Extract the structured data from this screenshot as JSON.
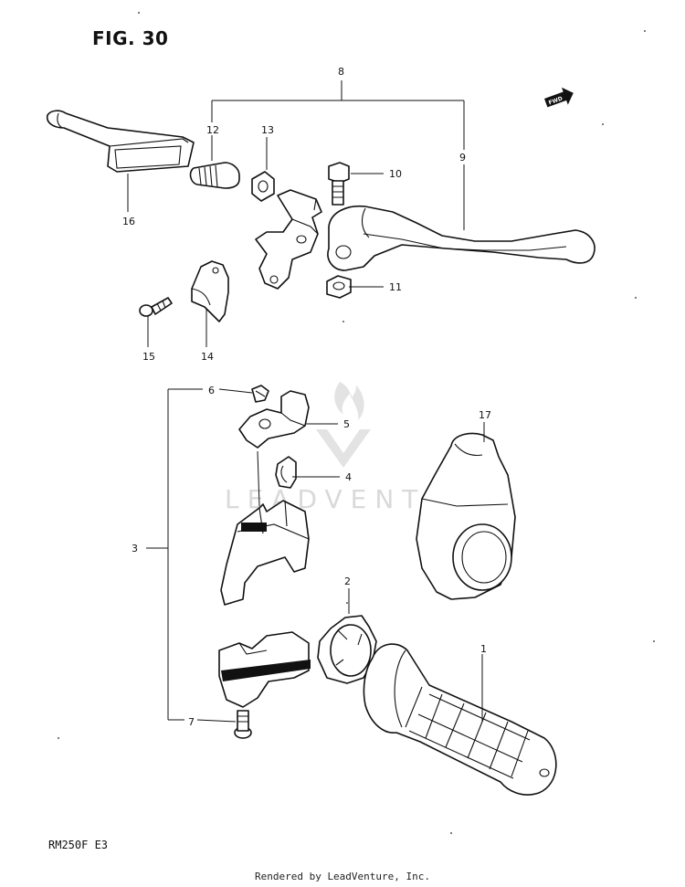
{
  "figure_title": "FIG. 30",
  "model_code": "RM250F  E3",
  "footer_text": "Rendered by LeadVenture, Inc.",
  "watermark_text": "LEADVENTURE",
  "direction_label": "FWD",
  "callouts": {
    "c1": "1",
    "c2": "2",
    "c3": "3",
    "c4": "4",
    "c5": "5",
    "c6": "6",
    "c7": "7",
    "c8": "8",
    "c9": "9",
    "c10": "10",
    "c11": "11",
    "c12": "12",
    "c13": "13",
    "c14": "14",
    "c15": "15",
    "c16": "16",
    "c17": "17"
  }
}
